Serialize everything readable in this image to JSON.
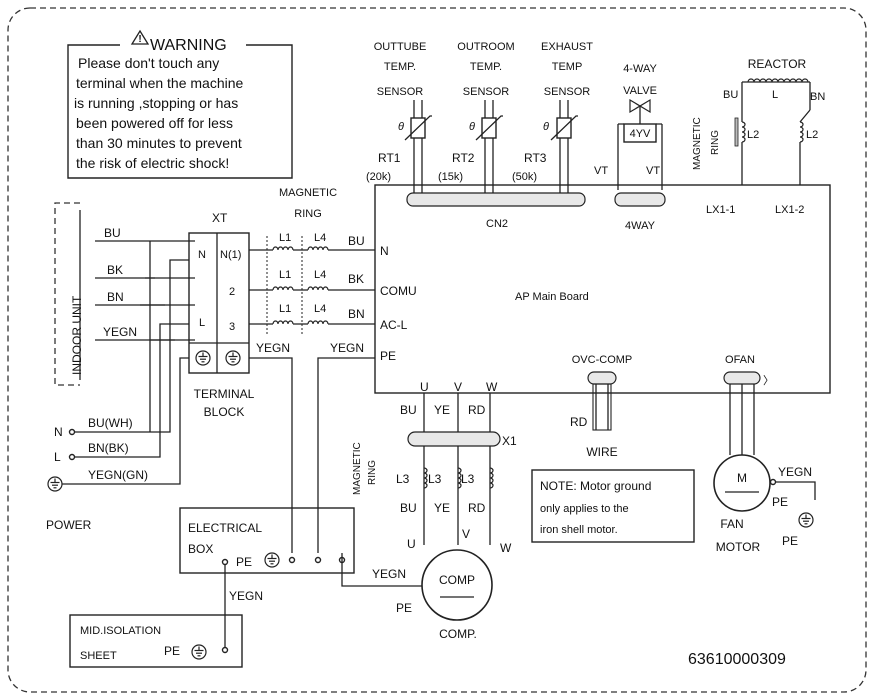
{
  "warning": {
    "title": "WARNING",
    "lines": [
      "Please don't touch any",
      "terminal when the machine",
      "is running ,stopping or has",
      "been powered off for less",
      "than 30 minutes to prevent",
      "the risk of electric shock!"
    ]
  },
  "sensors": {
    "outtube": [
      "OUTTUBE",
      "TEMP.",
      "SENSOR"
    ],
    "outroom": [
      "OUTROOM",
      "TEMP.",
      "SENSOR"
    ],
    "exhaust": [
      "EXHAUST",
      "TEMP",
      "SENSOR"
    ],
    "theta": "θ",
    "rt1": "RT1",
    "rt2": "RT2",
    "rt3": "RT3",
    "rt1_val": "(20k)",
    "rt2_val": "(15k)",
    "rt3_val": "(50k)",
    "cn2": "CN2"
  },
  "valve": {
    "label": [
      "4-WAY",
      "VALVE"
    ],
    "coil": "4YV",
    "vt_left": "VT",
    "vt_right": "VT",
    "connector": "4WAY"
  },
  "reactor": {
    "title": "REACTOR",
    "l": "L",
    "bu": "BU",
    "bn": "BN",
    "l2_left": "L2",
    "l2_right": "L2",
    "ring_label": [
      "MAGNETIC",
      "RING"
    ],
    "lx1_1": "LX1-1",
    "lx1_2": "LX1-2"
  },
  "indoor": {
    "label": "INDOOR UNIT",
    "wires": [
      "BU",
      "BK",
      "BN",
      "YEGN"
    ]
  },
  "terminal_block": {
    "xt": "XT",
    "n": "N",
    "n1": "N(1)",
    "t2": "2",
    "l": "L",
    "t3": "3",
    "yegn": "YEGN",
    "label": [
      "TERMINAL",
      "BLOCK"
    ]
  },
  "magnetic_ring_input": {
    "label": [
      "MAGNETIC",
      "RING"
    ],
    "coils": [
      "L1",
      "L4",
      "L1",
      "L4",
      "L1",
      "L4"
    ]
  },
  "main_board": {
    "title": "AP Main Board",
    "pins": [
      "N",
      "COMU",
      "AC-L",
      "PE"
    ],
    "wire_colors": [
      "BU",
      "BK",
      "BN"
    ],
    "pe_wire": "YEGN",
    "ovc_comp": "OVC-COMP",
    "ofan": "OFAN"
  },
  "power": {
    "n": "N",
    "l": "L",
    "bu": "BU(WH)",
    "bn": "BN(BK)",
    "yegn": "YEGN(GN)",
    "label": "POWER"
  },
  "compressor": {
    "u": "U",
    "v": "V",
    "w": "W",
    "bu": "BU",
    "ye": "YE",
    "rd": "RD",
    "x1": "X1",
    "ring_label": [
      "MAGNETIC",
      "RING"
    ],
    "l3_labels": [
      "L3",
      "L3",
      "L3"
    ],
    "bu2": "BU",
    "ye2": "YE",
    "rd2": "RD",
    "u2": "U",
    "v2": "V",
    "w2": "W",
    "comp": "COMP",
    "comp_label": "COMP.",
    "yegn": "YEGN",
    "pe": "PE"
  },
  "ovc_wire": {
    "rd": "RD",
    "wire": "WIRE"
  },
  "note": {
    "lines": [
      "NOTE: Motor    ground",
      "only applies to the",
      "iron shell motor."
    ]
  },
  "fan": {
    "m": "M",
    "yegn": "YEGN",
    "pe": "PE",
    "pe2": "PE",
    "label": [
      "FAN",
      "MOTOR"
    ]
  },
  "electrical_box": {
    "label": [
      "ELECTRICAL",
      "BOX"
    ],
    "pe": "PE",
    "yegn": "YEGN"
  },
  "isolation": {
    "label": [
      "MID.ISOLATION",
      "SHEET"
    ],
    "pe": "PE"
  },
  "part_number": "63610000309"
}
